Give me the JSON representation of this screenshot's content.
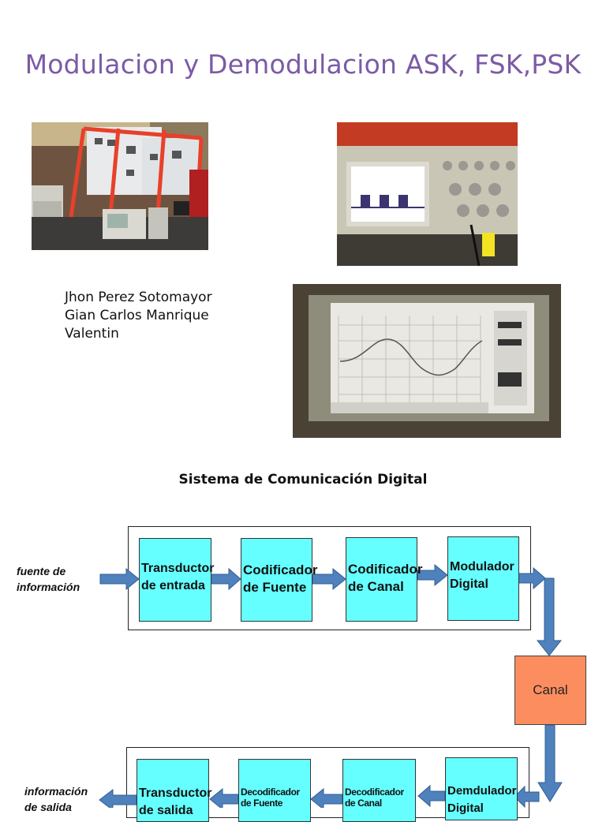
{
  "title": "Modulacion y Demodulacion ASK, FSK,PSK",
  "authors": [
    "Jhon Perez Sotomayor",
    "Gian Carlos Manrique",
    "Valentin"
  ],
  "photos": [
    {
      "name": "lab-bench-photo"
    },
    {
      "name": "oscilloscope-square-wave-photo"
    },
    {
      "name": "oscilloscope-sine-wave-photo"
    }
  ],
  "diagram": {
    "title": "Sistema de Comunicación Digital",
    "input_label": [
      "fuente de",
      "información"
    ],
    "output_label": [
      "información",
      "de salida"
    ],
    "top_blocks": [
      [
        "Transductor",
        "de entrada"
      ],
      [
        "Codificador",
        "de Fuente"
      ],
      [
        "Codificador",
        "de Canal"
      ],
      [
        "Modulador",
        "Digital"
      ]
    ],
    "channel": "Canal",
    "bottom_blocks": [
      [
        "Transductor",
        "de salida"
      ],
      [
        "Decodificador",
        "de Fuente"
      ],
      [
        "Decodificador",
        "de Canal"
      ],
      [
        "Demdulador",
        "Digital"
      ]
    ],
    "colors": {
      "block": "#66ffff",
      "channel": "#fb8d5f",
      "arrow": "#4f81bd",
      "title": "#7b5ba6"
    }
  }
}
